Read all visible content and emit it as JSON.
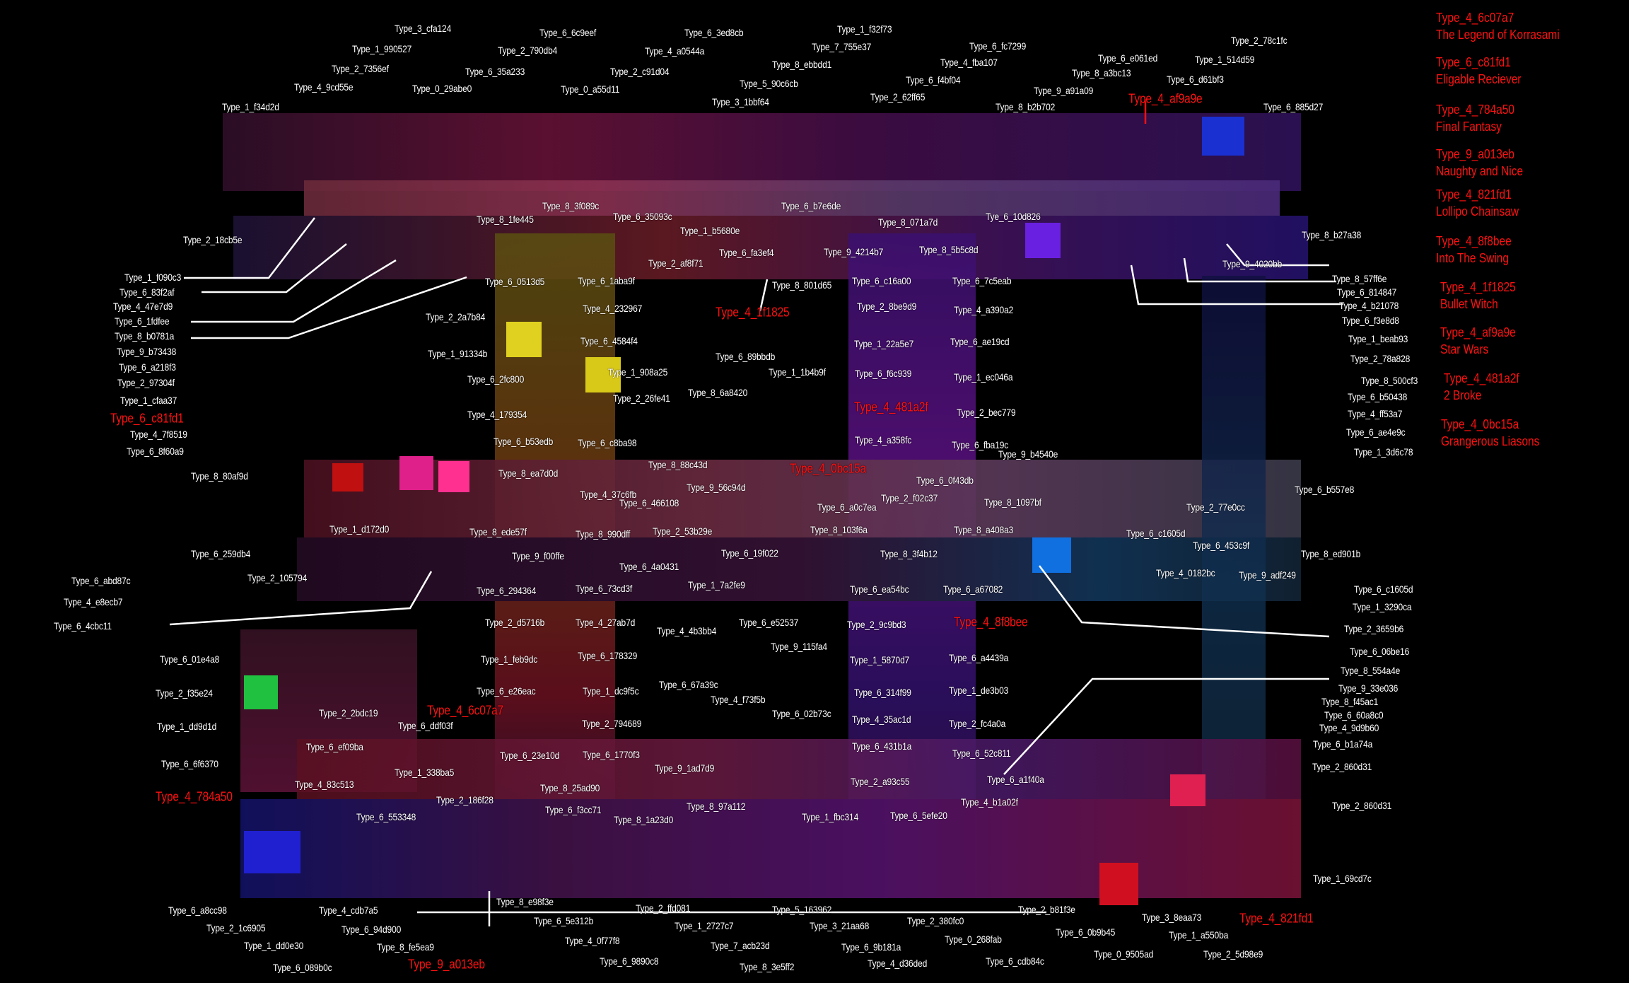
{
  "colors": {
    "label": "#ffffff",
    "highlight": "#ff1010",
    "background": "#000000"
  },
  "legend": [
    {
      "id": "Type_4_6c07a7",
      "title": "The Legend of Korrasami"
    },
    {
      "id": "Type_6_c81fd1",
      "title": "Eligable Reciever"
    },
    {
      "id": "Type_4_784a50",
      "title": "Final Fantasy"
    },
    {
      "id": "Type_9_a013eb",
      "title": "Naughty and Nice"
    },
    {
      "id": "Type_4_821fd1",
      "title": "Lollipo Chainsaw"
    },
    {
      "id": "Type_4_8f8bee",
      "title": "Into The Swing"
    },
    {
      "id": "Type_4_1f1825",
      "title": "Bullet Witch"
    },
    {
      "id": "Type_4_af9a9e",
      "title": "Star Wars"
    },
    {
      "id": "Type_4_481a2f",
      "title": "2 Broke"
    },
    {
      "id": "Type_4_0bc15a",
      "title": "Grangerous Liasons"
    }
  ],
  "labels": [
    {
      "text": "Type_3_cfa124"
    },
    {
      "text": "Type_1_990527"
    },
    {
      "text": "Type_2_7356ef"
    },
    {
      "text": "Type_4_9cd55e"
    },
    {
      "text": "Type_1_f34d2d"
    },
    {
      "text": "Type_6_6c9eef"
    },
    {
      "text": "Type_2_790db4"
    },
    {
      "text": "Type_6_35a233"
    },
    {
      "text": "Type_0_29abe0"
    },
    {
      "text": "Type_6_3ed8cb"
    },
    {
      "text": "Type_4_a0544a"
    },
    {
      "text": "Type_2_c91d04"
    },
    {
      "text": "Type_0_a55d11"
    },
    {
      "text": "Type_1_f32f73"
    },
    {
      "text": "Type_7_755e37"
    },
    {
      "text": "Type_8_ebbdd1"
    },
    {
      "text": "Type_5_90c6cb"
    },
    {
      "text": "Type_3_1bbf64"
    },
    {
      "text": "Type_6_fc7299"
    },
    {
      "text": "Type_4_fba107"
    },
    {
      "text": "Type_6_f4bf04"
    },
    {
      "text": "Type_2_62ff65"
    },
    {
      "text": "Type_9_a91a09"
    },
    {
      "text": "Type_8_b2b702"
    },
    {
      "text": "Type_6_e061ed"
    },
    {
      "text": "Type_8_a3bc13"
    },
    {
      "text": "Type_1_514d59"
    },
    {
      "text": "Type_2_78c1fc"
    },
    {
      "text": "Type_6_d61bf3"
    },
    {
      "text": "Type_4_af9a9e",
      "red": true
    },
    {
      "text": "Type_6_885d27"
    },
    {
      "text": "Type_8_3f089c"
    },
    {
      "text": "Type_8_1fe445"
    },
    {
      "text": "Type_6_35093c"
    },
    {
      "text": "Type_6_b7e6de"
    },
    {
      "text": "Type_1_b5680e"
    },
    {
      "text": "Type_8_071a7d"
    },
    {
      "text": "Tye_6_10d826"
    },
    {
      "text": "Type_6_fa3ef4"
    },
    {
      "text": "Type_9_4214b7"
    },
    {
      "text": "Type_8_5b5c8d"
    },
    {
      "text": "Type_2_af8f71"
    },
    {
      "text": "Type_2_18cb5e"
    },
    {
      "text": "Type_8_b27a38"
    },
    {
      "text": "Type_9_4020bb"
    },
    {
      "text": "Type_6_0513d5"
    },
    {
      "text": "Type_6_1aba9f"
    },
    {
      "text": "Type_8_801d65"
    },
    {
      "text": "Type_6_c16a00"
    },
    {
      "text": "Type_6_7c5eab"
    },
    {
      "text": "Type_8_57ff6e"
    },
    {
      "text": "Type_6_814847"
    },
    {
      "text": "Type_4_b21078"
    },
    {
      "text": "Type_6_f3e8d8"
    },
    {
      "text": "Type_1_beab93"
    },
    {
      "text": "Type_2_78a828"
    },
    {
      "text": "Type_1_f090c3"
    },
    {
      "text": "Type_6_83f2af"
    },
    {
      "text": "Type_4_47e7d9"
    },
    {
      "text": "Type_6_1fdfee"
    },
    {
      "text": "Type_8_b0781a"
    },
    {
      "text": "Type_9_b73438"
    },
    {
      "text": "Type_6_a218f3"
    },
    {
      "text": "Type_2_97304f"
    },
    {
      "text": "Type_1_cfaa37"
    },
    {
      "text": "Type_6_c81fd1",
      "red": true
    },
    {
      "text": "Type_4_7f8519"
    },
    {
      "text": "Type_6_8f60a9"
    },
    {
      "text": "Type_4_1f1825",
      "red": true
    },
    {
      "text": "Type_2_8be9d9"
    },
    {
      "text": "Type_4_a390a2"
    },
    {
      "text": "Type_2_2a7b84"
    },
    {
      "text": "Type_4_232967"
    },
    {
      "text": "Type_6_4584f4"
    },
    {
      "text": "Type_1_22a5e7"
    },
    {
      "text": "Type_6_ae19cd"
    },
    {
      "text": "Type_1_91334b"
    },
    {
      "text": "Type_6_89bbdb"
    },
    {
      "text": "Type_1_908a25"
    },
    {
      "text": "Type_1_1b4b9f"
    },
    {
      "text": "Type_6_f6c939"
    },
    {
      "text": "Type_1_ec046a"
    },
    {
      "text": "Type_8_500cf3"
    },
    {
      "text": "Type_6_2fc800"
    },
    {
      "text": "Type_2_26fe41"
    },
    {
      "text": "Type_8_6a8420"
    },
    {
      "text": "Type_6_b50438"
    },
    {
      "text": "Type_4_481a2f",
      "red": true
    },
    {
      "text": "Type_2_bec779"
    },
    {
      "text": "Type_4_ff53a7"
    },
    {
      "text": "Type_4_179354"
    },
    {
      "text": "Type_6_ae4e9c"
    },
    {
      "text": "Type_6_b53edb"
    },
    {
      "text": "Type_6_c8ba98"
    },
    {
      "text": "Type_4_a358fc"
    },
    {
      "text": "Type_6_fba19c"
    },
    {
      "text": "Type_1_3d6c78"
    },
    {
      "text": "Type_9_b4540e"
    },
    {
      "text": "Type_8_88c43d"
    },
    {
      "text": "Type_4_0bc15a",
      "red": true
    },
    {
      "text": "Type_8_80af9d"
    },
    {
      "text": "Type_8_ea7d0d"
    },
    {
      "text": "Type_6_0f43db"
    },
    {
      "text": "Type_9_56c94d"
    },
    {
      "text": "Type_6_b557e8"
    },
    {
      "text": "Type_4_37c6fb"
    },
    {
      "text": "Type_2_f02c37"
    },
    {
      "text": "Type_6_466108"
    },
    {
      "text": "Type_6_a0c7ea"
    },
    {
      "text": "Type_8_1097bf"
    },
    {
      "text": "Type_2_77e0cc"
    },
    {
      "text": "Type_1_d172d0"
    },
    {
      "text": "Type_8_ede57f"
    },
    {
      "text": "Type_8_990dff"
    },
    {
      "text": "Type_2_53b29e"
    },
    {
      "text": "Type_8_103f6a"
    },
    {
      "text": "Type_8_a408a3"
    },
    {
      "text": "Type_6_c1605d"
    },
    {
      "text": "Type_6_259db4"
    },
    {
      "text": "Type_6_453c9f"
    },
    {
      "text": "Type_8_ed901b"
    },
    {
      "text": "Type_9_f00ffe"
    },
    {
      "text": "Type_6_19f022"
    },
    {
      "text": "Type_8_3f4b12"
    },
    {
      "text": "Type_6_4a0431"
    },
    {
      "text": "Type_4_0182bc"
    },
    {
      "text": "Type_9_adf249"
    },
    {
      "text": "Type_2_105794"
    },
    {
      "text": "Type_6_abd87c"
    },
    {
      "text": "Type_6_294364"
    },
    {
      "text": "Type_6_73cd3f"
    },
    {
      "text": "Type_1_7a2fe9"
    },
    {
      "text": "Type_6_ea54bc"
    },
    {
      "text": "Type_6_a67082"
    },
    {
      "text": "Type_6_c1605d"
    },
    {
      "text": "Type_4_e8ecb7"
    },
    {
      "text": "Type_1_3290ca"
    },
    {
      "text": "Type_6_4cbc11"
    },
    {
      "text": "Type_2_d5716b"
    },
    {
      "text": "Type_4_27ab7d"
    },
    {
      "text": "Type_4_4b3bb4"
    },
    {
      "text": "Type_6_e52537"
    },
    {
      "text": "Type_2_9c9bd3"
    },
    {
      "text": "Type_4_8f8bee",
      "red": true
    },
    {
      "text": "Type_2_3659b6"
    },
    {
      "text": "Type_9_115fa4"
    },
    {
      "text": "Type_6_06be16"
    },
    {
      "text": "Type_6_01e4a8"
    },
    {
      "text": "Type_1_feb9dc"
    },
    {
      "text": "Type_6_178329"
    },
    {
      "text": "Type_1_5870d7"
    },
    {
      "text": "Type_6_a4439a"
    },
    {
      "text": "Type_8_554a4e"
    },
    {
      "text": "Type_6_67a39c"
    },
    {
      "text": "Type_6_e26eac"
    },
    {
      "text": "Type_1_dc9f5c"
    },
    {
      "text": "Type_6_314f99"
    },
    {
      "text": "Type_1_de3b03"
    },
    {
      "text": "Type_9_33e036"
    },
    {
      "text": "Type_2_f35e24"
    },
    {
      "text": "Type_4_f73f5b"
    },
    {
      "text": "Type_8_f45ac1"
    },
    {
      "text": "Type_4_6c07a7",
      "red": true
    },
    {
      "text": "Type_2_2bdc19"
    },
    {
      "text": "Type_6_02b73c"
    },
    {
      "text": "Type_6_60a8c0"
    },
    {
      "text": "Type_1_dd9d1d"
    },
    {
      "text": "Type_6_ddf03f"
    },
    {
      "text": "Type_2_794689"
    },
    {
      "text": "Type_4_35ac1d"
    },
    {
      "text": "Type_2_fc4a0a"
    },
    {
      "text": "Type_4_9d9b60"
    },
    {
      "text": "Type_6_ef09ba"
    },
    {
      "text": "Type_6_431b1a"
    },
    {
      "text": "Type_6_b1a74a"
    },
    {
      "text": "Type_6_23e10d"
    },
    {
      "text": "Type_6_1770f3"
    },
    {
      "text": "Type_6_52c811"
    },
    {
      "text": "Type_6_6f6370"
    },
    {
      "text": "Type_9_1ad7d9"
    },
    {
      "text": "Type_2_860d31"
    },
    {
      "text": "Type_1_338ba5"
    },
    {
      "text": "Type_2_a93c55"
    },
    {
      "text": "Type_6_a1f40a"
    },
    {
      "text": "Type_4_83c513"
    },
    {
      "text": "Type_8_25ad90"
    },
    {
      "text": "Type_4_784a50",
      "red": true
    },
    {
      "text": "Type_2_186f28"
    },
    {
      "text": "Type_4_b1a02f"
    },
    {
      "text": "Type_8_97a112"
    },
    {
      "text": "Type_2_860d31"
    },
    {
      "text": "Type_6_f3cc71"
    },
    {
      "text": "Type_6_553348"
    },
    {
      "text": "Type_1_fbc314"
    },
    {
      "text": "Type_6_5efe20"
    },
    {
      "text": "Type_8_1a23d0"
    },
    {
      "text": "Type_1_69cd7c"
    },
    {
      "text": "Type_8_e98f3e"
    },
    {
      "text": "Type_2_ffd081"
    },
    {
      "text": "Type_5_163962"
    },
    {
      "text": "Type_2_b81f3e"
    },
    {
      "text": "Type_6_a8cc98"
    },
    {
      "text": "Type_4_cdb7a5"
    },
    {
      "text": "Type_6_5e312b"
    },
    {
      "text": "Type_1_2727c7"
    },
    {
      "text": "Type_3_21aa68"
    },
    {
      "text": "Type_2_380fc0"
    },
    {
      "text": "Type_3_8eaa73"
    },
    {
      "text": "Type_4_821fd1",
      "red": true
    },
    {
      "text": "Type_2_1c6905"
    },
    {
      "text": "Type_6_94d900"
    },
    {
      "text": "Type_6_0b9b45"
    },
    {
      "text": "Type_1_a550ba"
    },
    {
      "text": "Type_4_0f77f8"
    },
    {
      "text": "Type_0_268fab"
    },
    {
      "text": "Type_1_dd0e30"
    },
    {
      "text": "Type_8_fe5ea9"
    },
    {
      "text": "Type_7_acb23d"
    },
    {
      "text": "Type_6_9b181a"
    },
    {
      "text": "Type_0_9505ad"
    },
    {
      "text": "Type_2_5d98e9"
    },
    {
      "text": "Type_6_9890c8"
    },
    {
      "text": "Type_6_cdb84c"
    },
    {
      "text": "Type_6_089b0c"
    },
    {
      "text": "Type_9_a013eb",
      "red": true
    },
    {
      "text": "Type_8_3e5ff2"
    },
    {
      "text": "Type_4_d36ded"
    }
  ]
}
